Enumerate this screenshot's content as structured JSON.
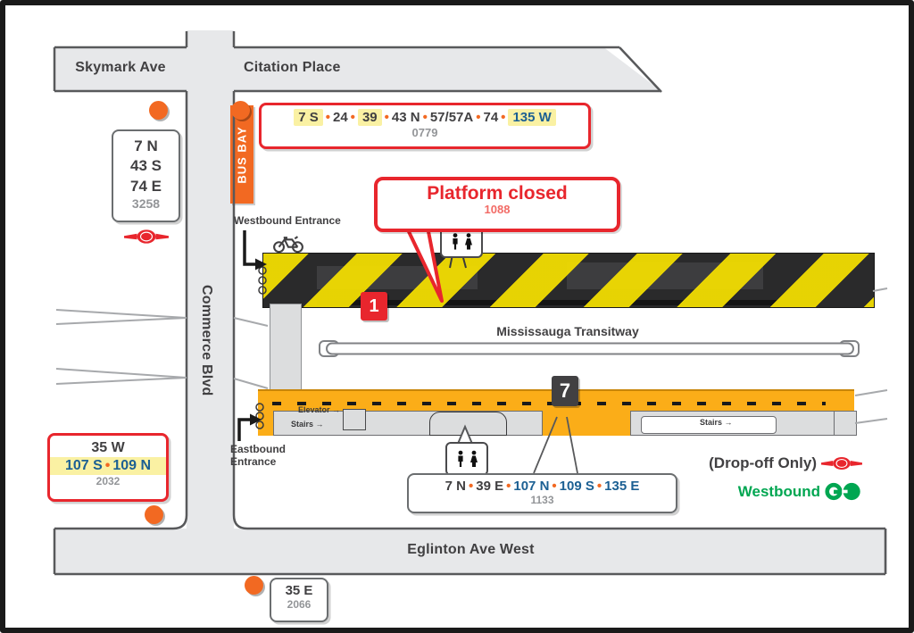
{
  "streets": {
    "skymark_ave": "Skymark Ave",
    "citation_place": "Citation Place",
    "commerce_blvd": "Commerce Blvd",
    "eglinton_ave_west": "Eglinton Ave West"
  },
  "labels": {
    "bus_bay": "BUS BAY",
    "transitway": "Mississauga Transitway",
    "westbound_entrance": "Westbound Entrance",
    "eastbound_entrance_line1": "Eastbound",
    "eastbound_entrance_line2": "Entrance",
    "elevator": "Elevator",
    "stairs_left": "Stairs",
    "stairs_right": "Stairs",
    "dropoff": "(Drop-off Only)",
    "westbound": "Westbound"
  },
  "callout": {
    "title": "Platform closed",
    "stop_id": "1088"
  },
  "platform_badges": {
    "closed": "1",
    "open": "7"
  },
  "stops": {
    "bay_0779": {
      "stop_id": "0779",
      "routes": [
        {
          "label": "7 S",
          "highlight": true
        },
        {
          "label": "24",
          "highlight": false
        },
        {
          "label": "39",
          "highlight": true
        },
        {
          "label": "43 N",
          "highlight": false
        },
        {
          "label": "57/57A",
          "highlight": false
        },
        {
          "label": "74",
          "highlight": false
        },
        {
          "label": "135 W",
          "highlight": true,
          "color": "blue"
        }
      ]
    },
    "stop_3258": {
      "stop_id": "3258",
      "routes": [
        {
          "label": "7 N"
        },
        {
          "label": "43 S"
        },
        {
          "label": "74 E"
        }
      ]
    },
    "stop_2032": {
      "stop_id": "2032",
      "row1": "35 W",
      "row2": [
        {
          "label": "107 S",
          "color": "blue"
        },
        {
          "label": "109 N",
          "color": "blue"
        }
      ]
    },
    "stop_1133": {
      "stop_id": "1133",
      "routes": [
        {
          "label": "7 N",
          "color": "dark"
        },
        {
          "label": "39 E",
          "color": "dark"
        },
        {
          "label": "107 N",
          "color": "blue"
        },
        {
          "label": "109 S",
          "color": "blue"
        },
        {
          "label": "135 E",
          "color": "blue"
        }
      ]
    },
    "stop_2066": {
      "stop_id": "2066",
      "route": "35 E"
    }
  },
  "icons": {
    "restroom": "restroom-icon",
    "bicycle": "bicycle-parking-icon",
    "ttc": "ttc-logo",
    "go": "go-transit-logo",
    "stop_dot": "bus-stop-dot"
  },
  "colors": {
    "accent_orange": "#F26922",
    "alert_red": "#E8262D",
    "route_blue": "#1C6093",
    "highlight_yellow": "#FAF1A3",
    "platform_amber": "#FBAD18",
    "hazard_yellow": "#F5E000",
    "go_green": "#00A651",
    "street_gray": "#E7E8EA"
  }
}
